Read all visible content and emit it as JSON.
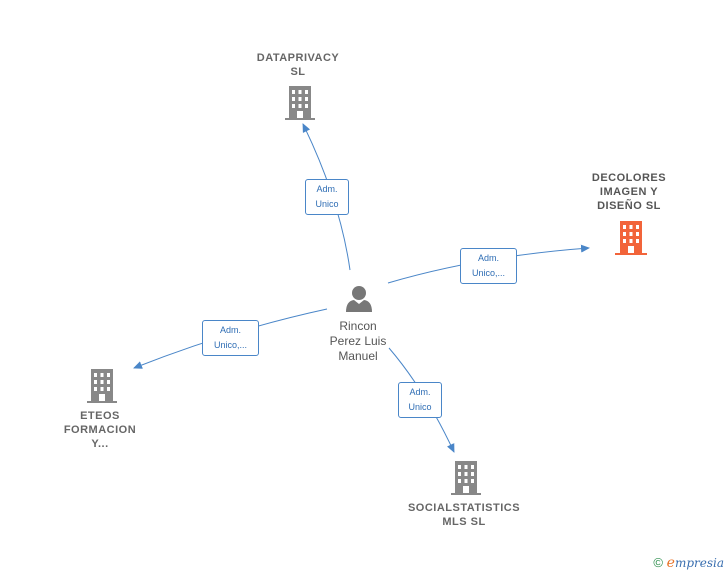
{
  "colors": {
    "edge": "#4a86c8",
    "building": "#888888",
    "building_highlight": "#f2643a",
    "person": "#777777"
  },
  "nodes": {
    "dataprivacy": {
      "label": "DATAPRIVACY\nSL",
      "icon": "building-icon"
    },
    "decolores": {
      "label": "DECOLORES\nIMAGEN Y\nDISEÑO  SL",
      "icon": "building-icon"
    },
    "eteos": {
      "label": "ETEOS\nFORMACION\nY...",
      "icon": "building-icon"
    },
    "socialstatistics": {
      "label": "SOCIALSTATISTICS\nMLS SL",
      "icon": "building-icon"
    },
    "person": {
      "label": "Rincon\nPerez Luis\nManuel",
      "icon": "person-icon"
    }
  },
  "edges": {
    "to_dataprivacy": {
      "line1": "Adm.",
      "line2": "Unico"
    },
    "to_decolores": {
      "line1": "Adm.",
      "line2": "Unico,..."
    },
    "to_eteos": {
      "line1": "Adm.",
      "line2": "Unico,..."
    },
    "to_socialstatistics": {
      "line1": "Adm.",
      "line2": "Unico"
    }
  },
  "footer": {
    "copyright": "©",
    "brand": "mpresia",
    "brand_initial": "e"
  }
}
